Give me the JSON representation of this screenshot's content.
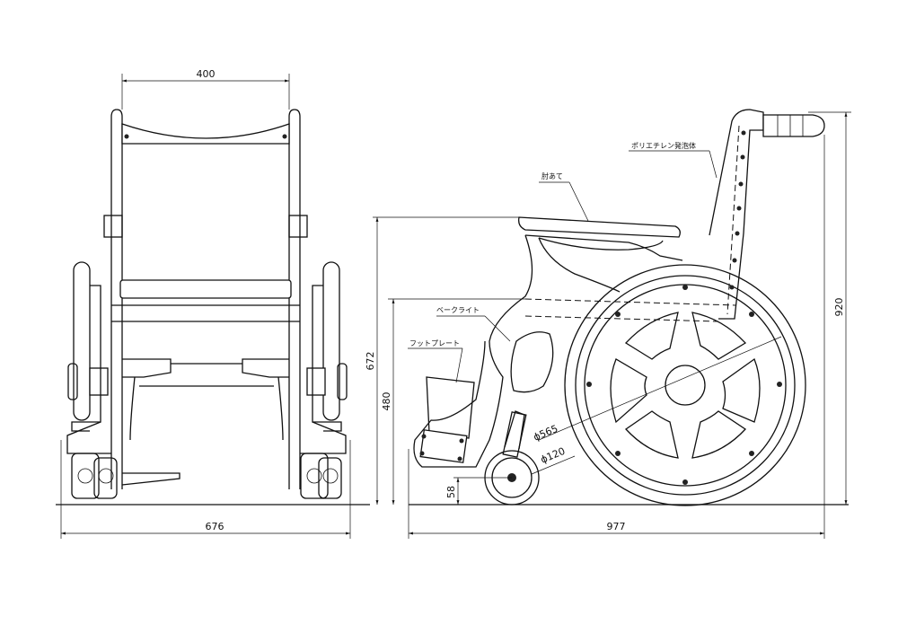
{
  "front_view": {
    "dim_width_top": "400",
    "dim_width_bottom": "676"
  },
  "side_view": {
    "dim_length": "977",
    "dim_total_height": "920",
    "dim_armrest_height": "672",
    "dim_seat_height": "480",
    "dim_caster_height": "58",
    "dim_rear_wheel": "ϕ565",
    "dim_caster_wheel": "ϕ120"
  },
  "labels": {
    "backrest_material": "ポリエチレン発泡体",
    "armrest": "肘あて",
    "brake_light": "ベークライト",
    "foot_plate": "フットプレート"
  }
}
